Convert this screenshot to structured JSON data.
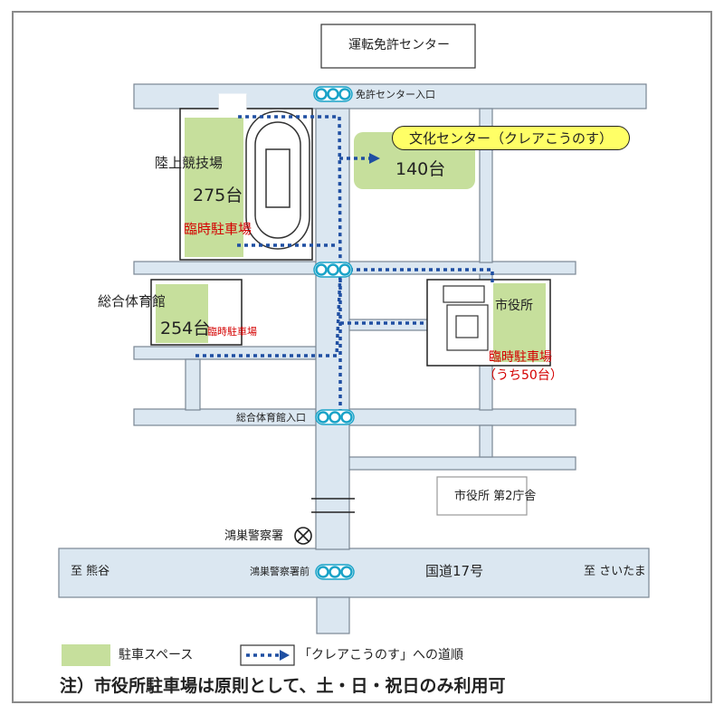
{
  "map": {
    "license_center": "運転免許センター",
    "license_center_entrance": "免許センター入口",
    "culture_center": "文化センター（クレアこうのす）",
    "culture_center_spaces": "140台",
    "stadium": "陸上競技場",
    "stadium_spaces": "275台",
    "stadium_temp": "臨時駐車場",
    "gym": "総合体育館",
    "gym_spaces": "254台",
    "gym_temp": "臨時駐車場",
    "city_hall": "市役所",
    "city_hall_temp": "臨時駐車場",
    "city_hall_temp_note": "（うち50台）",
    "gym_entrance": "総合体育館入口",
    "city_hall_annex": "市役所 第2庁舎",
    "police": "鴻巣警察署",
    "police_front": "鴻巣警察署前",
    "to_kumagaya": "至 熊谷",
    "route17": "国道17号",
    "to_saitama": "至 さいたま"
  },
  "legend": {
    "parking": "駐車スペース",
    "route": "「クレアこうのす」への道順"
  },
  "note": "注）市役所駐車場は原則として、土・日・祝日のみ利用可",
  "colors": {
    "road": "#dbe7f1",
    "road_edge": "#7a8794",
    "parking": "#c6df9c",
    "route": "#1f4fa2",
    "temp_text": "#d40000",
    "bubble": "#ffff66"
  }
}
